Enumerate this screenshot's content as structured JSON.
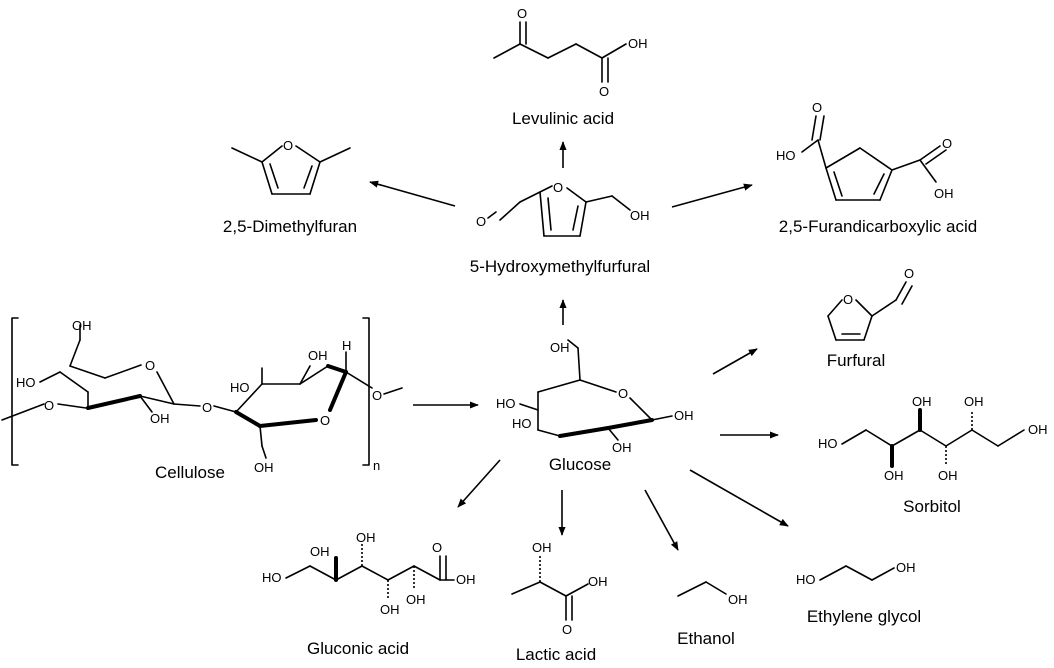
{
  "diagram": {
    "compounds": {
      "cellulose": "Cellulose",
      "glucose": "Glucose",
      "hmf": "5-Hydroxymethylfurfural",
      "levulinic": "Levulinic acid",
      "dmf": "2,5-Dimethylfuran",
      "fdca": "2,5-Furandicarboxylic acid",
      "furfural": "Furfural",
      "sorbitol": "Sorbitol",
      "ethylene_glycol": "Ethylene glycol",
      "ethanol": "Ethanol",
      "lactic": "Lactic acid",
      "gluconic": "Gluconic acid"
    },
    "atoms": {
      "oh": "OH",
      "ho": "HO",
      "o": "O",
      "h": "H",
      "n": "n"
    }
  }
}
